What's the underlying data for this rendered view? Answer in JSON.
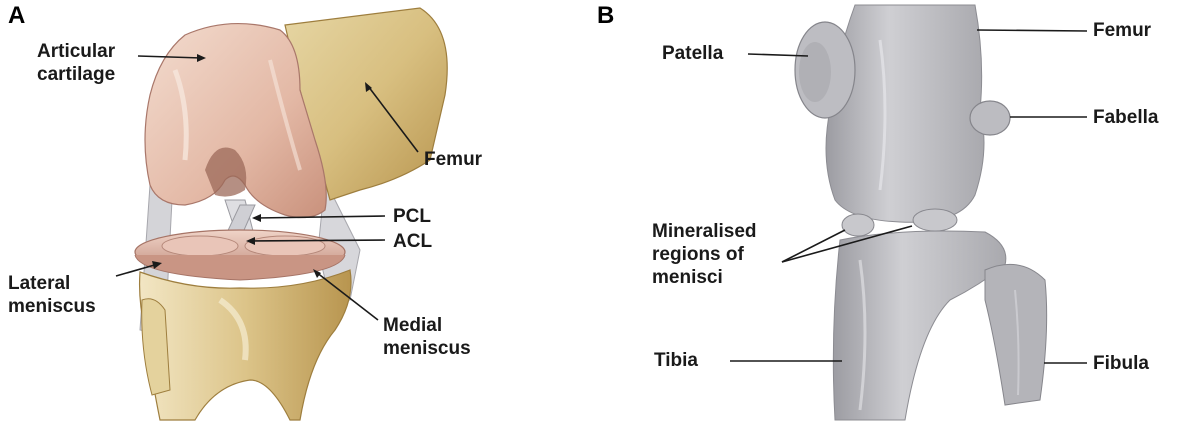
{
  "panels": {
    "a": {
      "letter": "A",
      "labels": {
        "articular_cartilage": "Articular\ncartilage",
        "femur": "Femur",
        "pcl": "PCL",
        "acl": "ACL",
        "lateral_meniscus": "Lateral\nmeniscus",
        "medial_meniscus": "Medial\nmeniscus"
      }
    },
    "b": {
      "letter": "B",
      "labels": {
        "patella": "Patella",
        "femur": "Femur",
        "fabella": "Fabella",
        "mineralised_menisci": "Mineralised\nregions of\nmenisci",
        "tibia": "Tibia",
        "fibula": "Fibula"
      }
    }
  },
  "colors": {
    "leader_line": "#1a1a1a",
    "cartilage": "#e8c4b4",
    "bone": "#d9c28a",
    "meniscus": "#d9b0a4",
    "ligament": "#cfcfd4",
    "ct_bone": "#c4c4c8"
  }
}
